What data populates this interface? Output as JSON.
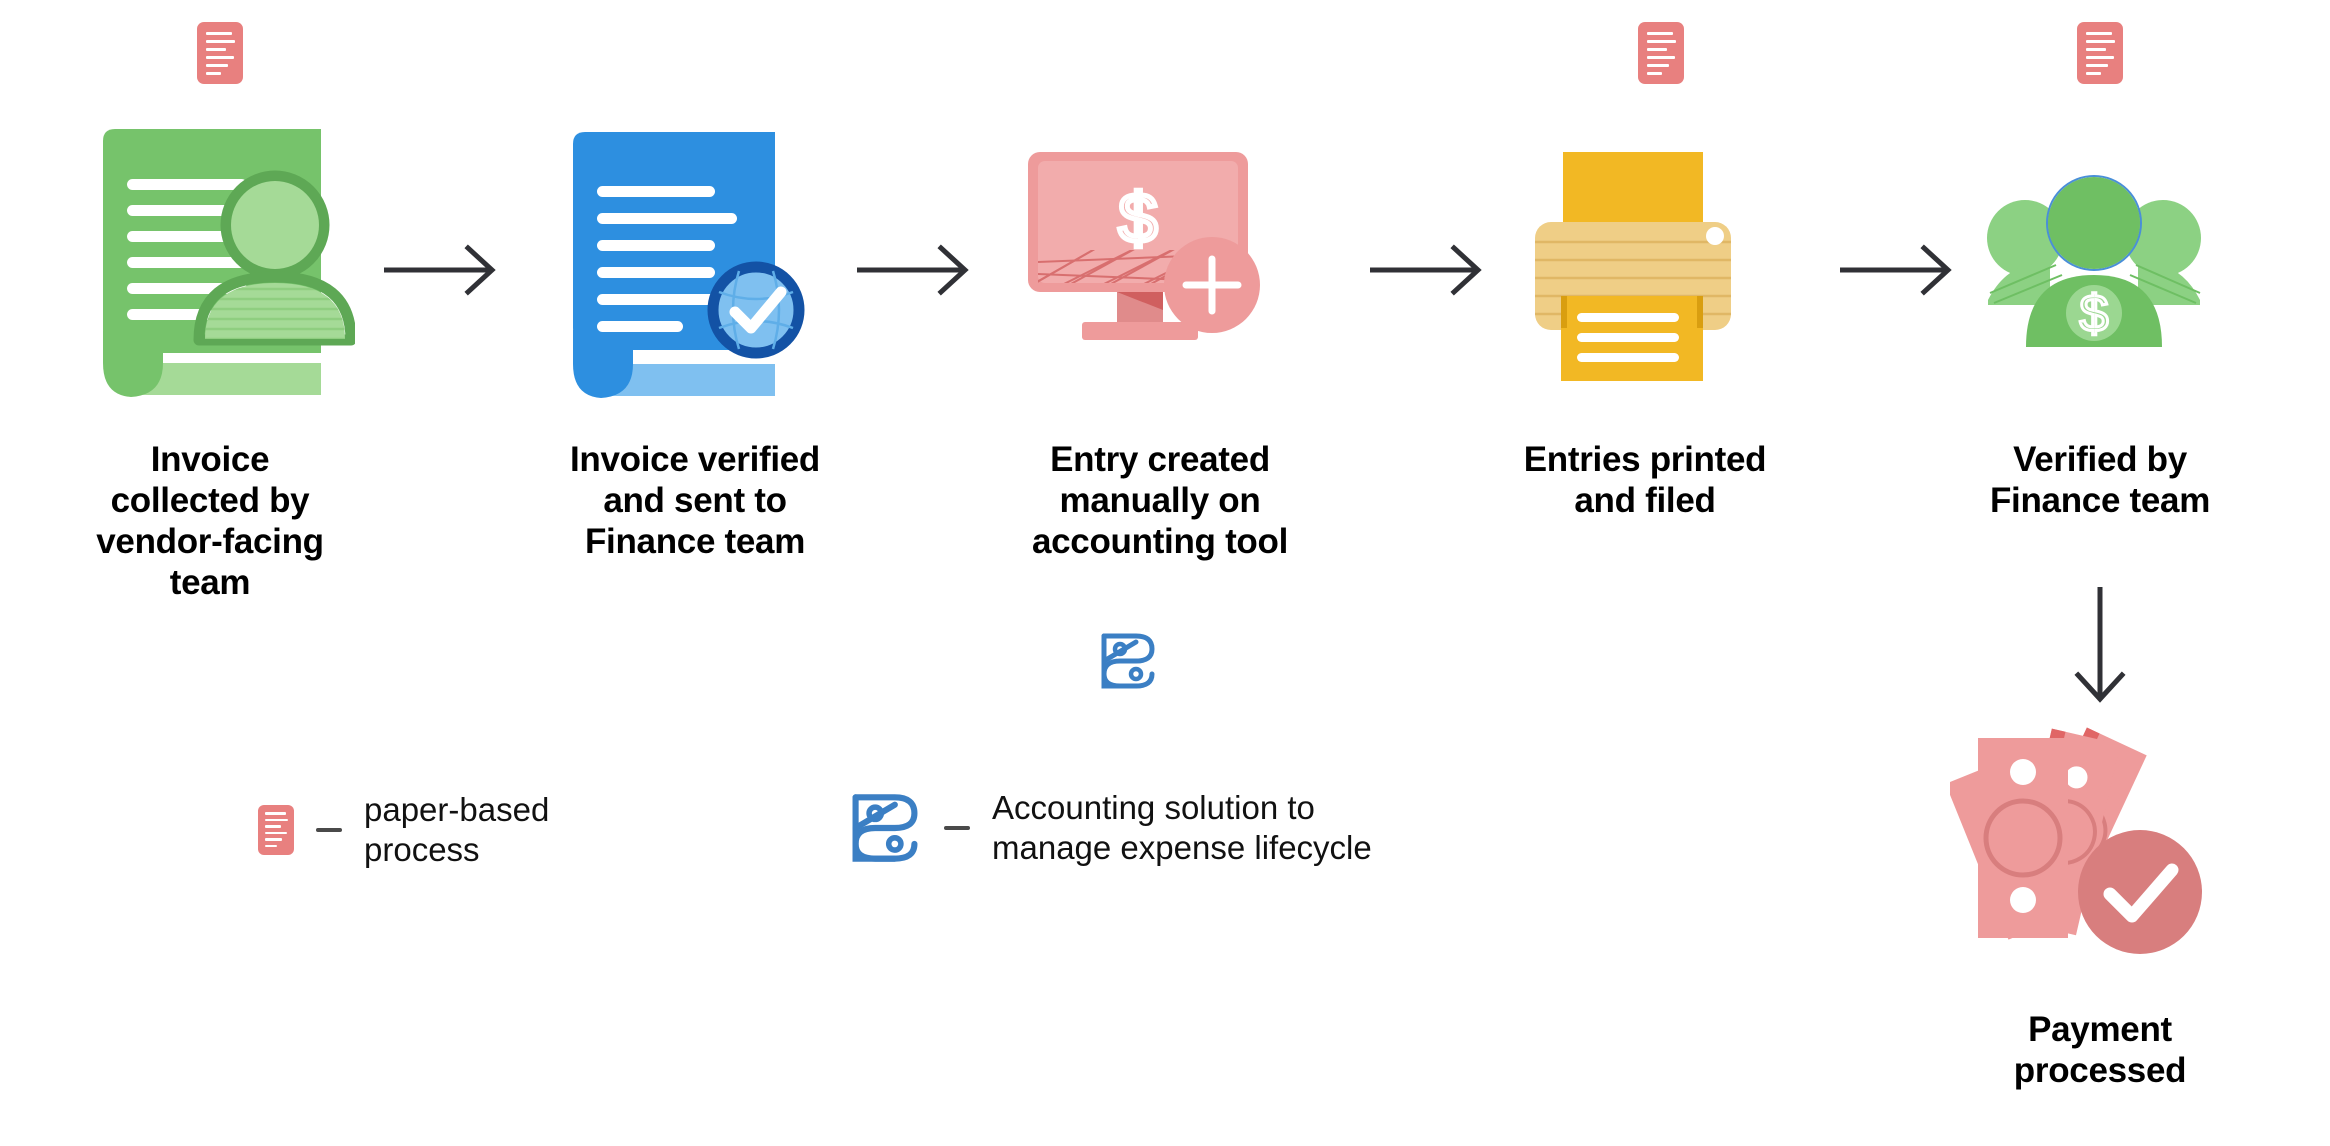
{
  "diagram": {
    "title": "Invoice to payment manual process flow",
    "background_color": "#ffffff"
  },
  "colors": {
    "paper_red": "#E8807F",
    "green_doc": "#76C36B",
    "green_doc_light": "#A5DA97",
    "green_dark": "#5EA855",
    "blue_doc": "#2D8FE0",
    "blue_doc_light": "#7FC0F0",
    "blue_dark": "#1352A5",
    "pink_screen": "#EE9B9B",
    "pink_screen_light": "#F2ACAC",
    "pink_dark": "#D86F6F",
    "yellow_printer": "#F2B824",
    "yellow_printer_light": "#EFCE86",
    "brand_blue": "#3B7FC4",
    "arrow": "#303136",
    "text": "#000000"
  },
  "steps": [
    {
      "id": "step-1",
      "label": "Invoice\ncollected by\nvendor-facing\nteam",
      "icon": "invoice-person-green-icon",
      "paper_badge": true
    },
    {
      "id": "step-2",
      "label": "Invoice verified\nand sent to\nFinance team",
      "icon": "invoice-verified-blue-icon",
      "paper_badge": false
    },
    {
      "id": "step-3",
      "label": "Entry created\nmanually on\naccounting tool",
      "icon": "monitor-dollar-add-icon",
      "paper_badge": false,
      "tool_badge": "accounting-solution-logo"
    },
    {
      "id": "step-4",
      "label": "Entries printed\nand filed",
      "icon": "printer-icon",
      "paper_badge": true
    },
    {
      "id": "step-5",
      "label": "Verified by\nFinance team",
      "icon": "finance-team-dollar-icon",
      "paper_badge": true
    }
  ],
  "final_step": {
    "id": "step-6",
    "label": "Payment\nprocessed",
    "icon": "banknotes-check-icon"
  },
  "connectors": {
    "horizontal_count": 4,
    "horizontal_icon": "arrow-right-icon",
    "vertical_icon": "arrow-down-icon"
  },
  "legend": [
    {
      "id": "legend-paper",
      "icon": "paper-document-icon",
      "separator": "dash",
      "text": "paper-based\nprocess"
    },
    {
      "id": "legend-accounting",
      "icon": "accounting-solution-logo",
      "separator": "dash",
      "text": "Accounting solution to\nmanage expense lifecycle"
    }
  ]
}
